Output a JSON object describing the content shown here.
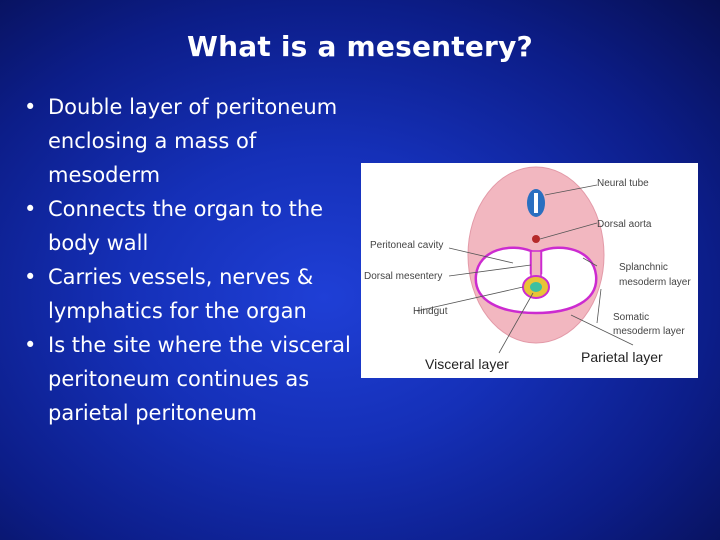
{
  "slide": {
    "title": "What is a mesentery?",
    "bullets": [
      "Double layer of peritoneum enclosing a mass of mesoderm",
      "Connects the organ to the body wall",
      "Carries vessels, nerves & lymphatics for the organ",
      "Is the site where the visceral peritoneum continues as parietal peritoneum"
    ],
    "bullet_symbol": "•"
  },
  "diagram": {
    "labels": {
      "neural_tube": "Neural tube",
      "dorsal_aorta": "Dorsal aorta",
      "peritoneal_cavity": "Peritoneal cavity",
      "dorsal_mesentery": "Dorsal mesentery",
      "splanchnic_1": "Splanchnic",
      "splanchnic_2": "mesoderm layer",
      "hindgut": "Hindgut",
      "somatic_1": "Somatic",
      "somatic_2": "mesoderm layer",
      "visceral_layer": "Visceral layer",
      "parietal_layer": "Parietal layer"
    },
    "colors": {
      "body_wall": "#f2b7c0",
      "membrane": "#cc2bd0",
      "cavity": "#ffffff",
      "neural_tube": "#2a6fc0",
      "gut_outer": "#e8c437",
      "gut_inner": "#3cc0a0",
      "aorta": "#b52a2a"
    }
  }
}
